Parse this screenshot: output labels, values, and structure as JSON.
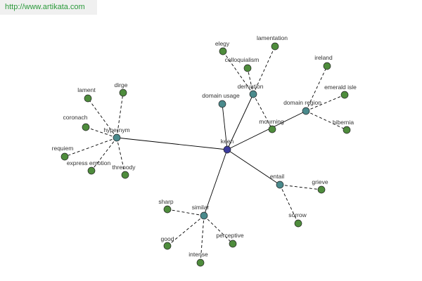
{
  "watermark": "http://www.artikata.com",
  "colors": {
    "root": "#3b3b9e",
    "relation": "#4a8a8c",
    "word": "#4e8c3c",
    "edge": "#000000"
  },
  "root": {
    "id": "keen",
    "label": "keen"
  },
  "relations": [
    {
      "id": "hypernym",
      "label": "hypernym",
      "words": [
        "lament",
        "dirge",
        "coronach",
        "requiem",
        "express emotion",
        "threnody"
      ]
    },
    {
      "id": "domain_usage",
      "label": "domain usage",
      "words": []
    },
    {
      "id": "derivation",
      "label": "derivation",
      "words": [
        "elegy",
        "colloquialism",
        "lamentation",
        "mourning"
      ]
    },
    {
      "id": "domain_region",
      "label": "domain region",
      "words": [
        "ireland",
        "emerald isle",
        "hibernia"
      ]
    },
    {
      "id": "entail",
      "label": "entail",
      "words": [
        "grieve",
        "sorrow"
      ]
    },
    {
      "id": "similar",
      "label": "similar",
      "words": [
        "sharp",
        "good",
        "intense",
        "perceptive"
      ]
    }
  ]
}
